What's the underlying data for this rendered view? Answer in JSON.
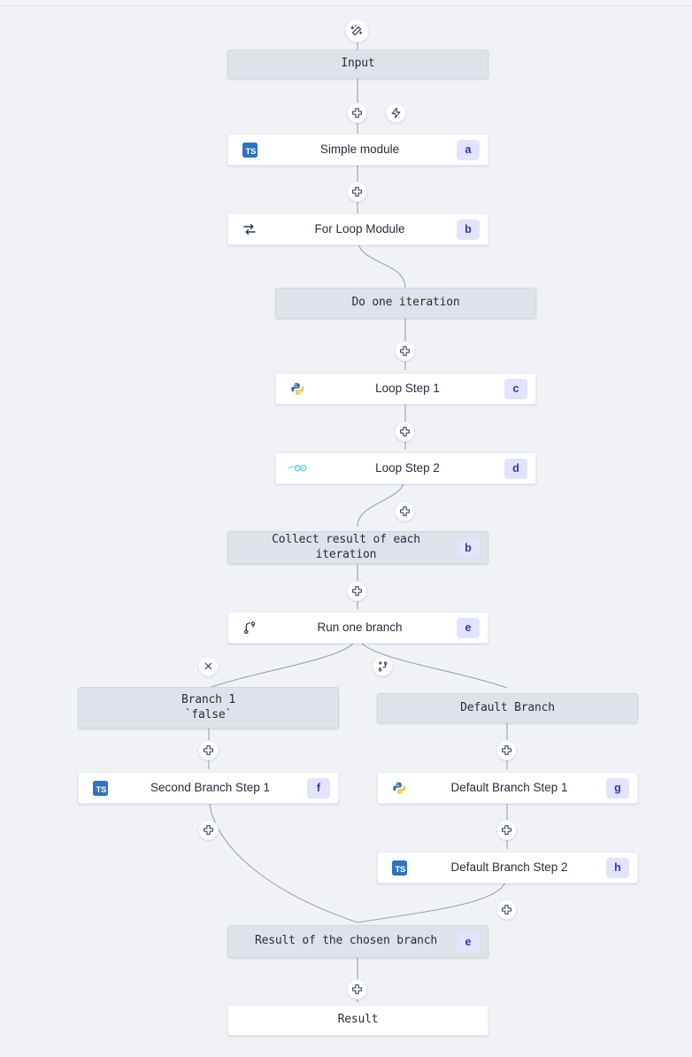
{
  "app": {
    "canvas_background": "#f1f2f5",
    "node_tint_color": "#dee3ea",
    "badge_background": "#e3e3fd",
    "badge_text_color": "#3d2fb8",
    "edge_color": "#9aa2b1"
  },
  "nodes": {
    "trigger": {
      "icon": "magic-wand-icon"
    },
    "input": {
      "label": "Input",
      "style": "tinted",
      "font": "mono"
    },
    "simple_module": {
      "label": "Simple module",
      "badge": "a",
      "icon": "typescript-icon",
      "style": "plain",
      "font": "sans"
    },
    "for_loop_module": {
      "label": "For Loop Module",
      "badge": "b",
      "icon": "loop-icon",
      "style": "plain",
      "font": "sans"
    },
    "do_one_iteration": {
      "label": "Do one iteration",
      "style": "tinted",
      "font": "mono"
    },
    "loop_step_1": {
      "label": "Loop Step 1",
      "badge": "c",
      "icon": "python-icon",
      "style": "plain",
      "font": "sans"
    },
    "loop_step_2": {
      "label": "Loop Step 2",
      "badge": "d",
      "icon": "go-icon",
      "style": "plain",
      "font": "sans"
    },
    "collect_result": {
      "label": "Collect result of each iteration",
      "badge": "b",
      "style": "tinted",
      "font": "mono"
    },
    "run_one_branch": {
      "label": "Run one branch",
      "badge": "e",
      "icon": "branch-icon",
      "style": "plain",
      "font": "sans"
    },
    "branch_1": {
      "label": "Branch 1\n`false`",
      "style": "tinted",
      "font": "mono"
    },
    "default_branch": {
      "label": "Default Branch",
      "style": "tinted",
      "font": "mono"
    },
    "second_branch_step_1": {
      "label": "Second Branch Step 1",
      "badge": "f",
      "icon": "typescript-icon",
      "style": "plain",
      "font": "sans"
    },
    "default_branch_step_1": {
      "label": "Default Branch Step 1",
      "badge": "g",
      "icon": "python-icon",
      "style": "plain",
      "font": "sans"
    },
    "default_branch_step_2": {
      "label": "Default Branch Step 2",
      "badge": "h",
      "icon": "typescript-icon",
      "style": "plain",
      "font": "sans"
    },
    "result_of_chosen_branch": {
      "label": "Result of the chosen branch",
      "badge": "e",
      "style": "tinted",
      "font": "mono"
    },
    "result": {
      "label": "Result",
      "style": "plain",
      "font": "mono"
    }
  },
  "handles": [
    {
      "name": "add-step-after-input",
      "icon": "plus-icon"
    },
    {
      "name": "add-trigger-after-input",
      "icon": "lightning-icon"
    },
    {
      "name": "add-step-after-simple-module",
      "icon": "plus-icon"
    },
    {
      "name": "add-step-in-loop-start",
      "icon": "plus-icon"
    },
    {
      "name": "add-step-after-loop-step-1",
      "icon": "plus-icon"
    },
    {
      "name": "add-step-after-loop-step-2",
      "icon": "plus-icon"
    },
    {
      "name": "add-step-after-collect-result",
      "icon": "plus-icon"
    },
    {
      "name": "delete-branch-1",
      "icon": "close-icon"
    },
    {
      "name": "add-branch",
      "icon": "branch-plus-icon"
    },
    {
      "name": "add-step-in-branch-1",
      "icon": "plus-icon"
    },
    {
      "name": "add-step-in-default-branch",
      "icon": "plus-icon"
    },
    {
      "name": "add-step-after-second-branch-step-1",
      "icon": "plus-icon"
    },
    {
      "name": "add-step-after-default-branch-step-1",
      "icon": "plus-icon"
    },
    {
      "name": "add-step-after-default-branch-step-2",
      "icon": "plus-icon"
    },
    {
      "name": "add-step-after-result-of-chosen-branch",
      "icon": "plus-icon"
    }
  ],
  "icon_labels": {
    "typescript": "TS",
    "python": "python-icon",
    "go": "go-icon"
  }
}
